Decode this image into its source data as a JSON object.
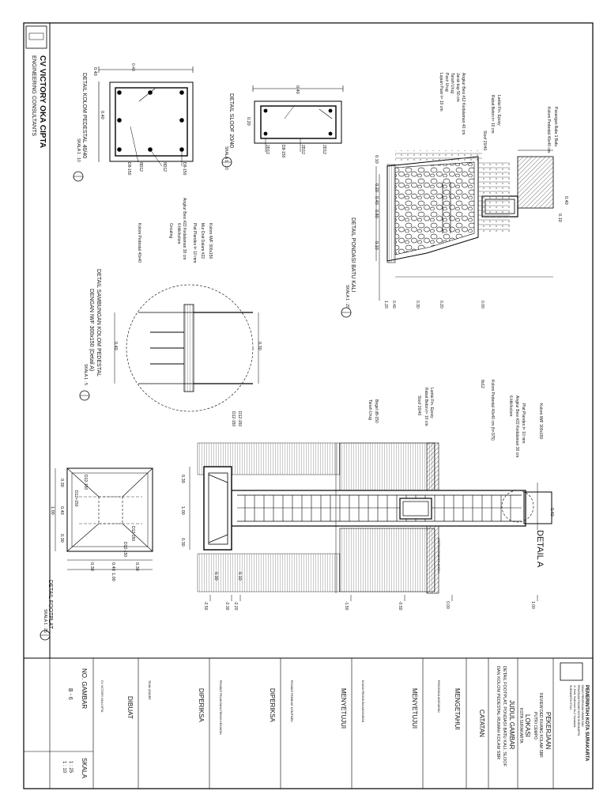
{
  "company": {
    "name": "CV VICTORY OKA CIPTA",
    "subtitle": "ENGINEERING CONSULTANTS"
  },
  "details": {
    "kolom_pedestal": {
      "title": "DETAIL KOLOM PEDESTAL 40/40",
      "scale": "SKALA 1 : 10",
      "dim_w": "0.40",
      "dim_h": "0.40",
      "label_a": "8D12",
      "label_b": "D8-150",
      "label_c": "8D12",
      "label_d": "D8-150"
    },
    "sloof": {
      "title": "DETAIL SLOOF 20/40",
      "scale": "SKALA 1 : 10",
      "dim_w": "0.40",
      "dim_h": "0.20",
      "labels": [
        "2D12",
        "D8-150",
        "2D12",
        "2D12"
      ]
    },
    "pondasi": {
      "title": "DETAIL PONDASI BATU KALI",
      "scale": "SKALA 1 : 20",
      "callouts": [
        "Pasangan Bata 1 Batu",
        "Kolom Pedestal 40x40 cm",
        "Lantai Fin. Epoxy",
        "Rabat Beton t= 10 cm",
        "Angkur Besi #12 Kedalaman 40 cm",
        "Jarak tiap 50 cm",
        "Tanah Urug",
        "Pasir Urug",
        "Lajaan Pasir t= 10 cm",
        "Sloof 20/40"
      ],
      "dims": [
        "0.40",
        "0.10",
        "0.10",
        "0.20",
        "0.40",
        "0.80",
        "0.10"
      ],
      "elevs": [
        "0.00",
        "0.20",
        "0.30",
        "0.40",
        "1.20"
      ]
    },
    "sambungan": {
      "title": "DETAIL SAMBUNGAN KOLOM PEDESTAL",
      "title2": "DENGAN IWF 300x150 (Detail A)",
      "scale": "SKALA 1 : 5",
      "callouts": [
        "Kolom IWF 300x150",
        "Mur Drat Dalam #22",
        "Plat Plandes t= 10 mm",
        "Angkur Besi #22 Kedalaman 30 cm",
        "6 titik/kolom",
        "Grouting",
        "Kolom Pedestal 40x40"
      ],
      "dim_a": "0.30",
      "dim_b": "0.40"
    },
    "main": {
      "detail_label": "DETAIL A",
      "callouts": [
        "Kolom IWF 300x150",
        "Plat Plandes t= 10 mm",
        "Angkur Besi #22 Kedalaman 30 cm",
        "6 titik/kolom",
        "Kolom Pedestal 40x40 cm (h=375)",
        "8x12",
        "Lantai Fin. Epoxy",
        "Rabat Beton t= 10 cm",
        "Sloof 20/40",
        "Begel d8-150",
        "Tanah Urug",
        "D12-150",
        "D12-150"
      ],
      "dims": [
        "0.40",
        "0.30",
        "1.00",
        "0.30",
        "0.30",
        "0.10"
      ],
      "elevs": [
        "1.00",
        "0.00",
        "-0.50",
        "-1.50",
        "-2.20",
        "-2.30",
        "-2.50"
      ],
      "tag": "SISTEM RABAT/LANTAI"
    },
    "footplat": {
      "title": "DETAIL FOOTPLAT",
      "scale": "SKALA 1 : 25",
      "dims": [
        "1.00",
        "0.30",
        "0.40",
        "0.30",
        "0.30",
        "0.40",
        "0.30",
        "1.00"
      ],
      "rebar": [
        "D12-150",
        "D12-150",
        "D12-150",
        "D12+150"
      ]
    }
  },
  "title_block": {
    "owner": "PEMERINTAH KOTA SURAKARTA",
    "owner_lines": [
      "DINAS PEKERJAAN UMUM DAN",
      "PENATAAN RUANG KOTA SURAKARTA",
      "Jl. Jend. Sudirman No.2 Surakarta",
      "SURAKARTA 57111"
    ],
    "pekerjaan_label": "PEKERJAAN",
    "pekerjaan_value": "REVIEW DED RUANG KOLAM SBR",
    "pekerjaan_value2": "PUTRI CEMPO",
    "lokasi_label": "LOKASI",
    "lokasi_value": "KOTA SURAKARTA",
    "judul_label": "JUDUL GAMBAR",
    "judul_value": "DETAIL FOOTPLAT, PONDASI BATU KALI, SLOOF",
    "judul_value2": "DAN KOLOM PEDESTAL RUMAH KOLAM SBR",
    "catatan_label": "CATATAN",
    "mengetahui_label": "MENGETAHUI",
    "mengetahui_line": "PENGGUNA ANGGARAN",
    "menyetujui1_label": "MENYETUJUI",
    "menyetujui1_line": "KUASA PENGGUNA ANGGARAN",
    "menyetujui2_label": "MENYETUJUI",
    "menyetujui2_line": "PEJABAT PEMBUAT KOMITMEN",
    "diperiksa1_label": "DIPERIKSA",
    "diperiksa1_line": "PEJABAT PELAKSANA TEKNIS KEGIATAN",
    "diperiksa2_label": "DIPERIKSA",
    "diperiksa2_line": "TEAM LEADER",
    "dibuat_label": "DIBUAT",
    "dibuat_line": "CV VICTORY OKA CIPTA",
    "no_gambar_label": "NO. GAMBAR",
    "no_gambar_value": "B - 6",
    "skala_label": "SKALA",
    "skala_value": "1 : 25",
    "skala_value2": "1 : 10"
  }
}
